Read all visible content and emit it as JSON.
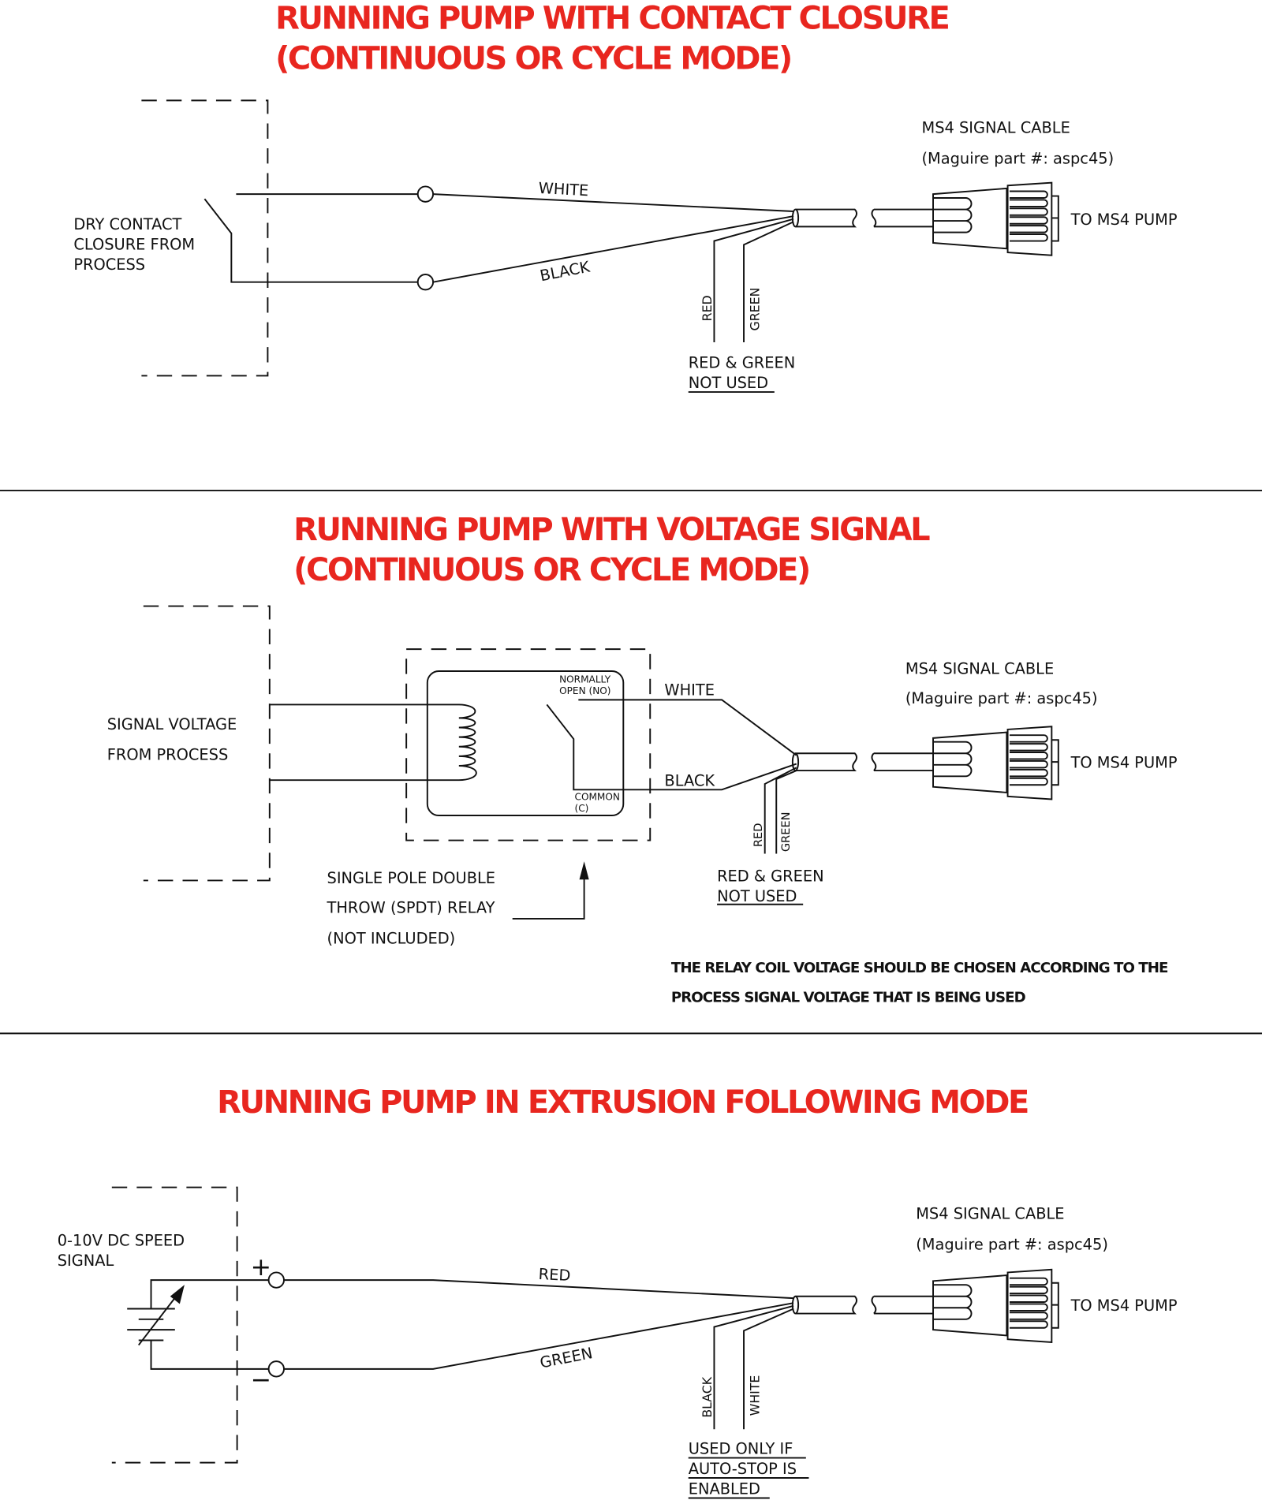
{
  "colors": {
    "title": "#e8261f",
    "line": "#111111"
  },
  "cable": {
    "name": "MS4 SIGNAL CABLE",
    "part": "(Maguire part #: aspc45)",
    "to": "TO MS4 PUMP"
  },
  "s1": {
    "title1": "RUNNING PUMP WITH CONTACT CLOSURE",
    "title2": "(CONTINUOUS OR CYCLE MODE)",
    "src": [
      "DRY CONTACT",
      "CLOSURE FROM",
      "PROCESS"
    ],
    "white": "WHITE",
    "black": "BLACK",
    "red": "RED",
    "green": "GREEN",
    "unused1": "RED & GREEN",
    "unused2": "NOT USED"
  },
  "s2": {
    "title1": "RUNNING PUMP WITH VOLTAGE SIGNAL",
    "title2": "(CONTINUOUS OR CYCLE MODE)",
    "src": [
      "SIGNAL VOLTAGE",
      "FROM PROCESS"
    ],
    "no1": "NORMALLY",
    "no2": "OPEN (NO)",
    "c1": "COMMON",
    "c2": "(C)",
    "white": "WHITE",
    "black": "BLACK",
    "red": "RED",
    "green": "GREEN",
    "unused1": "RED & GREEN",
    "unused2": "NOT USED",
    "relay": [
      "SINGLE POLE DOUBLE",
      "THROW (SPDT) RELAY",
      "(NOT INCLUDED)"
    ],
    "note": [
      "THE RELAY COIL VOLTAGE SHOULD BE CHOSEN ACCORDING TO THE",
      "PROCESS SIGNAL VOLTAGE THAT IS BEING USED"
    ]
  },
  "s3": {
    "title": "RUNNING PUMP IN EXTRUSION FOLLOWING MODE",
    "src": [
      "0-10V DC SPEED",
      "SIGNAL"
    ],
    "plus": "+",
    "minus": "−",
    "red": "RED",
    "green": "GREEN",
    "black": "BLACK",
    "white": "WHITE",
    "used": [
      "USED ONLY IF",
      "AUTO-STOP IS",
      "ENABLED"
    ]
  }
}
